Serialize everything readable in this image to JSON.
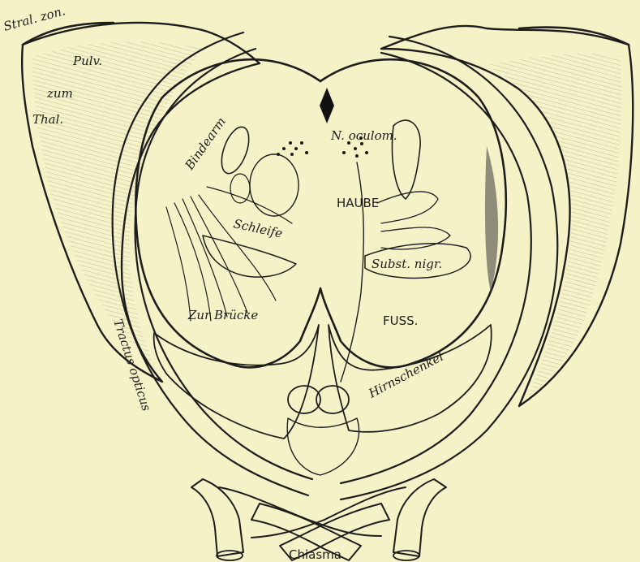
{
  "figure": {
    "labels": {
      "stral_zon": "Stral. zon.",
      "pulv": "Pulv.",
      "zum": "zum",
      "thal": "Thal.",
      "bindearm": "Bindearm",
      "n_oculom": "N. oculom.",
      "haube": "HAUBE",
      "schleife": "Schleife",
      "subst_nigr": "Subst. nigr.",
      "zur_bruecke": "Zur Brücke",
      "fuss": "FUSS.",
      "tractus_opticus": "Tractus opticus",
      "hirnschenkel": "Hirnschenkel",
      "chiasma": "Chiasma"
    }
  }
}
